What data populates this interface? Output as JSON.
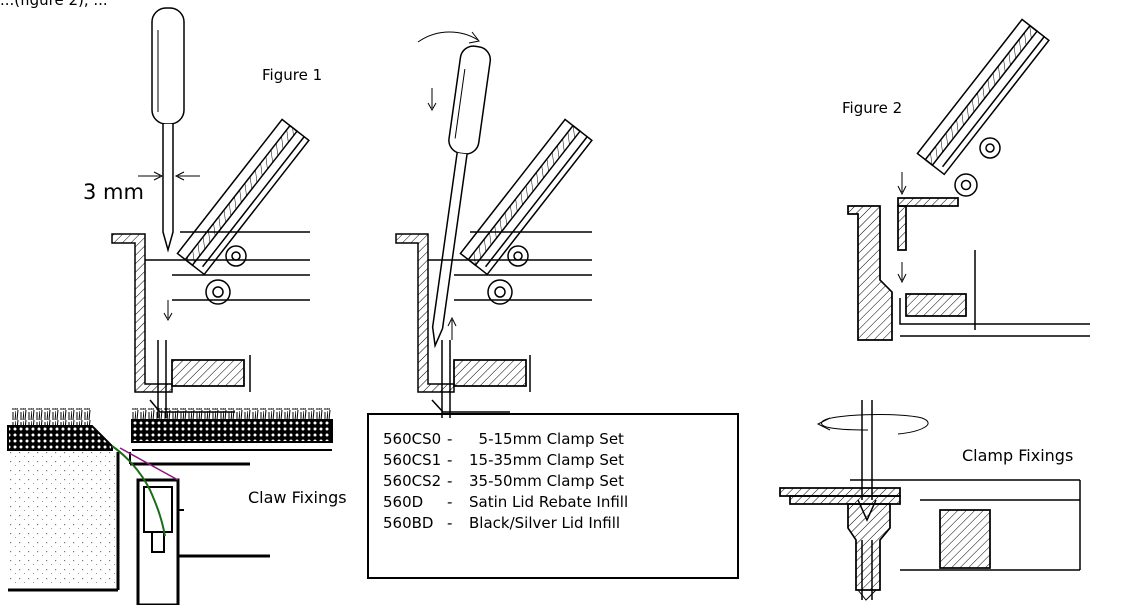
{
  "header_fragment": "...(figure 2), ...",
  "figure1": {
    "label": "Figure 1",
    "dimension": "3 mm"
  },
  "figure2": {
    "label": "Figure 2"
  },
  "claw": {
    "label": "Claw Fixings"
  },
  "clamp": {
    "label": "Clamp Fixings"
  },
  "parts": [
    {
      "code": "560CS0",
      "sep": "-",
      "desc": "  5-15mm Clamp Set"
    },
    {
      "code": "560CS1",
      "sep": "-",
      "desc": "15-35mm Clamp Set"
    },
    {
      "code": "560CS2",
      "sep": "-",
      "desc": "35-50mm Clamp Set"
    },
    {
      "code": "560D",
      "sep": "-",
      "desc": "Satin Lid Rebate Infill"
    },
    {
      "code": "560BD",
      "sep": "-",
      "desc": "Black/Silver Lid Infill"
    }
  ]
}
